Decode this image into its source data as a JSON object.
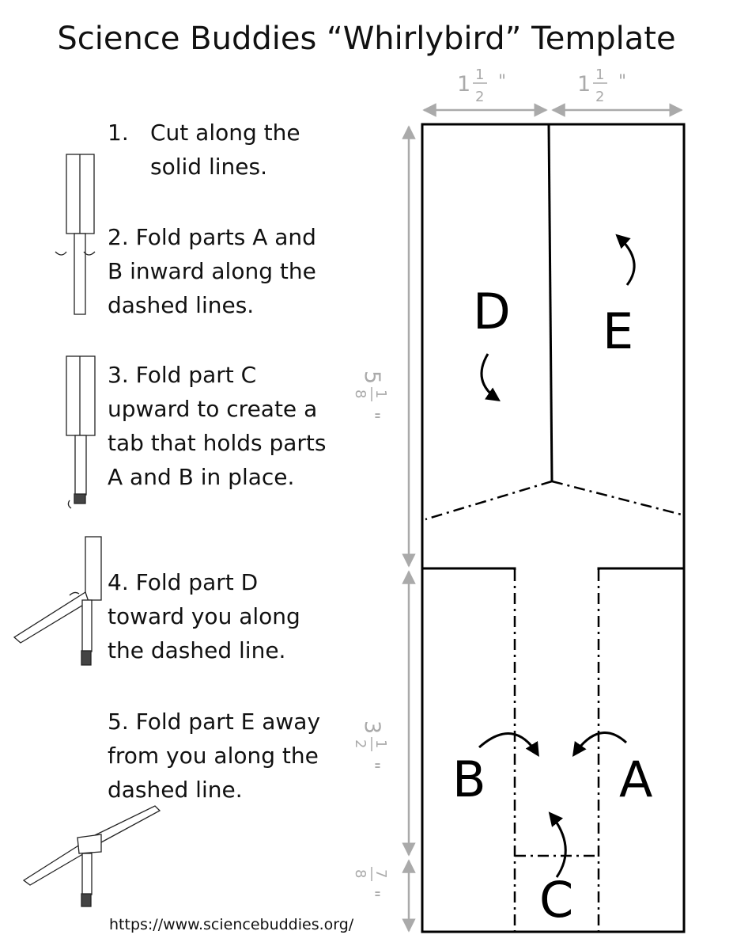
{
  "title": "Science Buddies “Whirlybird” Template",
  "steps": [
    {
      "num": "1.",
      "text_line1": "Cut along the",
      "text_line2": "solid lines."
    },
    {
      "line1": "2. Fold parts A and",
      "line2": "B inward along the",
      "line3": "dashed lines."
    },
    {
      "line1": "3. Fold part C",
      "line2": "upward to create a",
      "line3": "tab that holds parts",
      "line4": "A and B in place."
    },
    {
      "line1": "4. Fold part D",
      "line2": "toward you along",
      "line3": "the dashed line."
    },
    {
      "line1": "5. Fold part E away",
      "line2": "from you along the",
      "line3": "dashed line."
    }
  ],
  "url": "https://www.sciencebuddies.org/",
  "dimensions": {
    "width_left": {
      "whole": "1",
      "num": "1",
      "den": "2",
      "unit": "\""
    },
    "width_right": {
      "whole": "1",
      "num": "1",
      "den": "2",
      "unit": "\""
    },
    "upper_height": {
      "whole": "5",
      "num": "1",
      "den": "8",
      "unit": "\""
    },
    "lower_height": {
      "whole": "3",
      "num": "1",
      "den": "2",
      "unit": "\""
    },
    "tab_height": {
      "num": "7",
      "den": "8",
      "unit": "\""
    }
  },
  "parts": {
    "a": "A",
    "b": "B",
    "c": "C",
    "d": "D",
    "e": "E"
  },
  "colors": {
    "dimension_gray": "#aaaaaa",
    "line_black": "#000000"
  }
}
